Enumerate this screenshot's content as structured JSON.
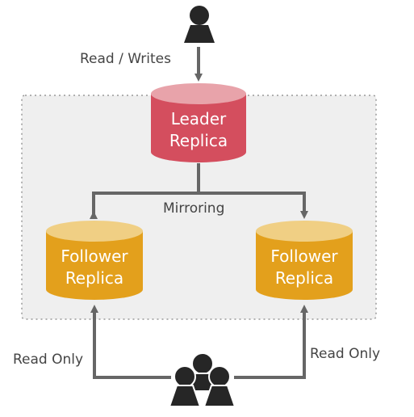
{
  "labels": {
    "read_writes": "Read / Writes",
    "mirroring": "Mirroring",
    "read_only_left": "Read Only",
    "read_only_right": "Read Only"
  },
  "leader": {
    "line1": "Leader",
    "line2": "Replica",
    "color": "#d44e5e",
    "top_color": "#e8a3aa"
  },
  "follower_left": {
    "line1": "Follower",
    "line2": "Replica",
    "color": "#e3a01c",
    "top_color": "#f0cf84"
  },
  "follower_right": {
    "line1": "Follower",
    "line2": "Replica",
    "color": "#e3a01c",
    "top_color": "#f0cf84"
  },
  "colors": {
    "connector": "#666666",
    "cluster_fill": "#efefef",
    "cluster_border": "#999999",
    "person": "#262626"
  },
  "icons": {
    "single_user": "person-icon",
    "user_group": "people-group-icon"
  }
}
